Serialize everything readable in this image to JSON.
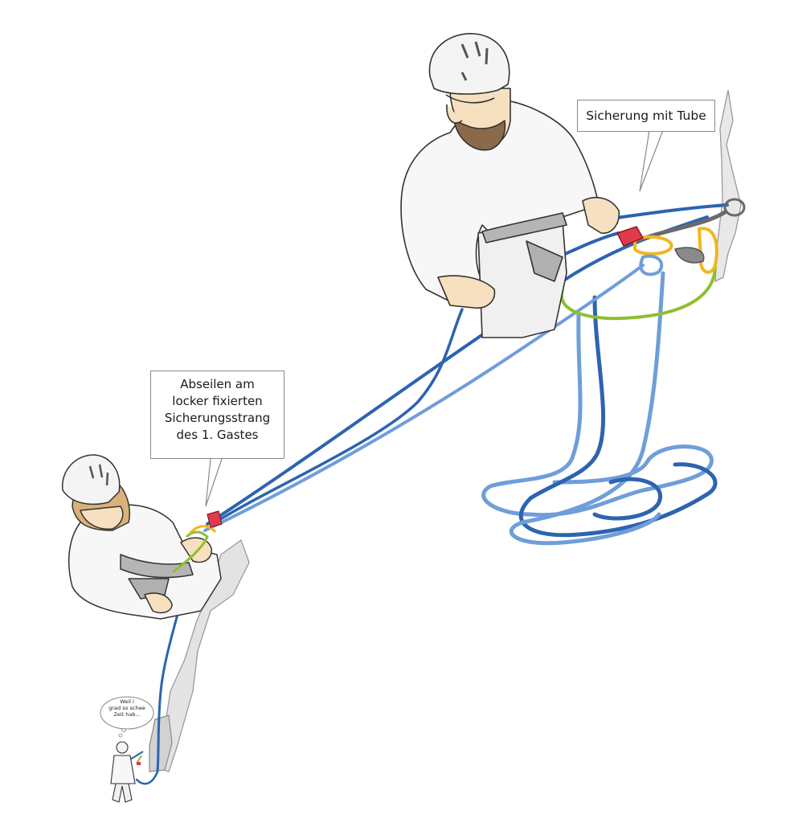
{
  "callouts": {
    "belay_tube": "Sicherung mit Tube",
    "abseil": [
      "Abseilen am",
      "locker fixierten",
      "Sicherungsstrang",
      "des 1. Gastes"
    ]
  },
  "thought_bubble": [
    "Weil i",
    "grad so schee",
    "Zeit hab..."
  ],
  "colors": {
    "rope_dark_blue": "#2c64b0",
    "rope_light_blue": "#6f9ed8",
    "sling_green": "#8fbf2f",
    "carabiner_yellow": "#f2b61e",
    "belay_device_red": "#e23a4c",
    "skin": "#f6e0c0",
    "helmet": "#f4f4f4",
    "rock": "#dcdcdc",
    "beard": "#8a6a4a",
    "hair": "#d9b27a"
  },
  "icons": {
    "belayer": "climber-with-helmet-icon",
    "abseiler": "climber-abseiling-icon",
    "small_figure": "waiting-climber-icon",
    "device": "belay-tube-icon",
    "anchor": "anchor-carabiners-icon"
  }
}
